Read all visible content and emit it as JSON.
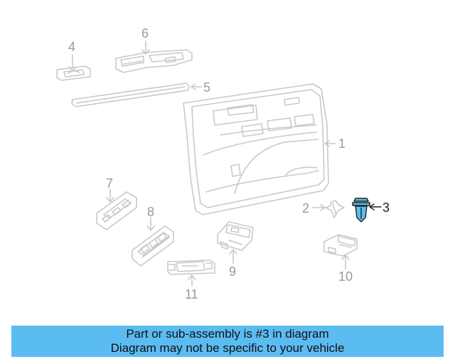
{
  "colors": {
    "part_outline": "#c9c9c9",
    "callout_text": "#9a9a9a",
    "highlight_fill": "#5bbcf2",
    "highlight_outline": "#222222",
    "banner_bg": "#5bbcf2"
  },
  "callouts": {
    "c1": "1",
    "c2": "2",
    "c3": "3",
    "c4": "4",
    "c5": "5",
    "c6": "6",
    "c7": "7",
    "c8": "8",
    "c9": "9",
    "c10": "10",
    "c11": "11"
  },
  "banner": {
    "line1": "Part or sub-assembly is #3 in diagram",
    "line2": "Diagram may not be specific to your vehicle"
  }
}
